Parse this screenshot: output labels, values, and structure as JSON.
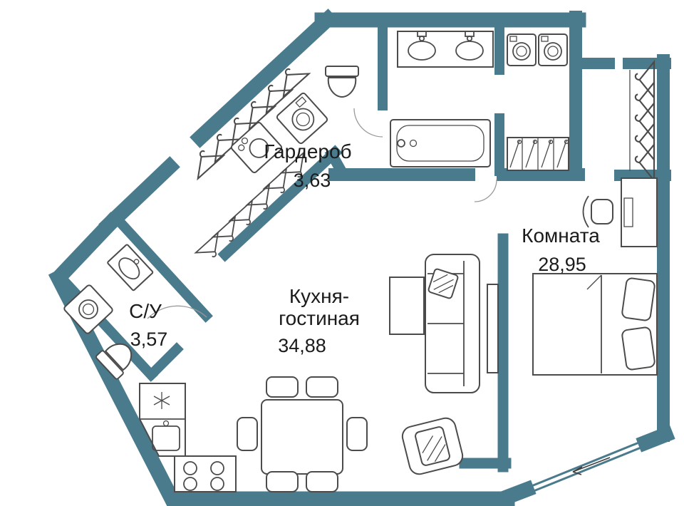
{
  "rooms": {
    "wardrobe": {
      "name": "Гардероб",
      "area": "3,63"
    },
    "bedroom": {
      "name": "Комната",
      "area": "28,95"
    },
    "kitchen_living": {
      "name_line1": "Кухня-",
      "name_line2": "гостиная",
      "area": "34,88"
    },
    "bathroom": {
      "name": "С/У",
      "area": "3,57"
    }
  },
  "colors": {
    "wall": "#4a7b8d",
    "line": "#4b4b4b",
    "text": "#1b1b1b",
    "bg": "#ffffff"
  }
}
